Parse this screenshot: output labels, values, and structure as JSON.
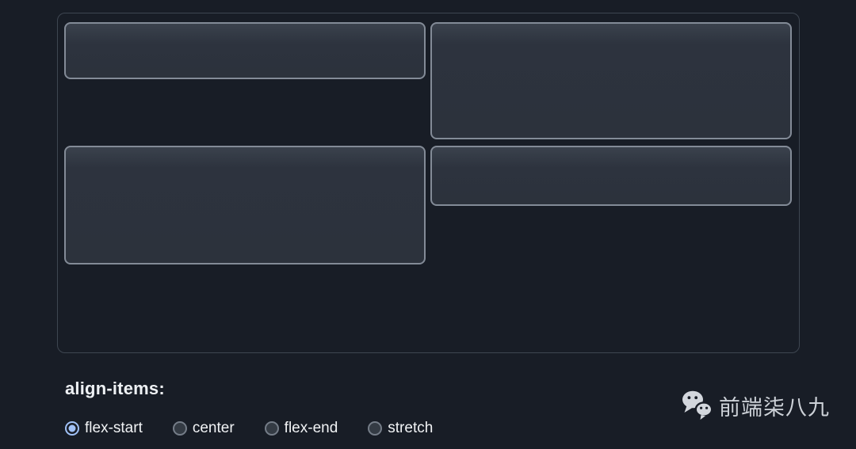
{
  "demo": {
    "description": "flex align-items demo panel",
    "flex_items": [
      {
        "id": "item-1"
      },
      {
        "id": "item-2"
      },
      {
        "id": "item-3"
      },
      {
        "id": "item-4"
      }
    ]
  },
  "controls": {
    "legend": "align-items:",
    "options": [
      {
        "label": "flex-start",
        "selected": true
      },
      {
        "label": "center",
        "selected": false
      },
      {
        "label": "flex-end",
        "selected": false
      },
      {
        "label": "stretch",
        "selected": false
      }
    ]
  },
  "branding": {
    "icon": "wechat-icon",
    "text": "前端柒八九"
  },
  "colors": {
    "background": "#181d26",
    "container_border": "#3e4651",
    "item_fill": "#2c323c",
    "item_fill_top": "#3b424d",
    "item_border": "#838b97",
    "accent_radio": "#a0c1f6",
    "text": "#f1f3f5",
    "branding_text": "#ccd1d7"
  }
}
